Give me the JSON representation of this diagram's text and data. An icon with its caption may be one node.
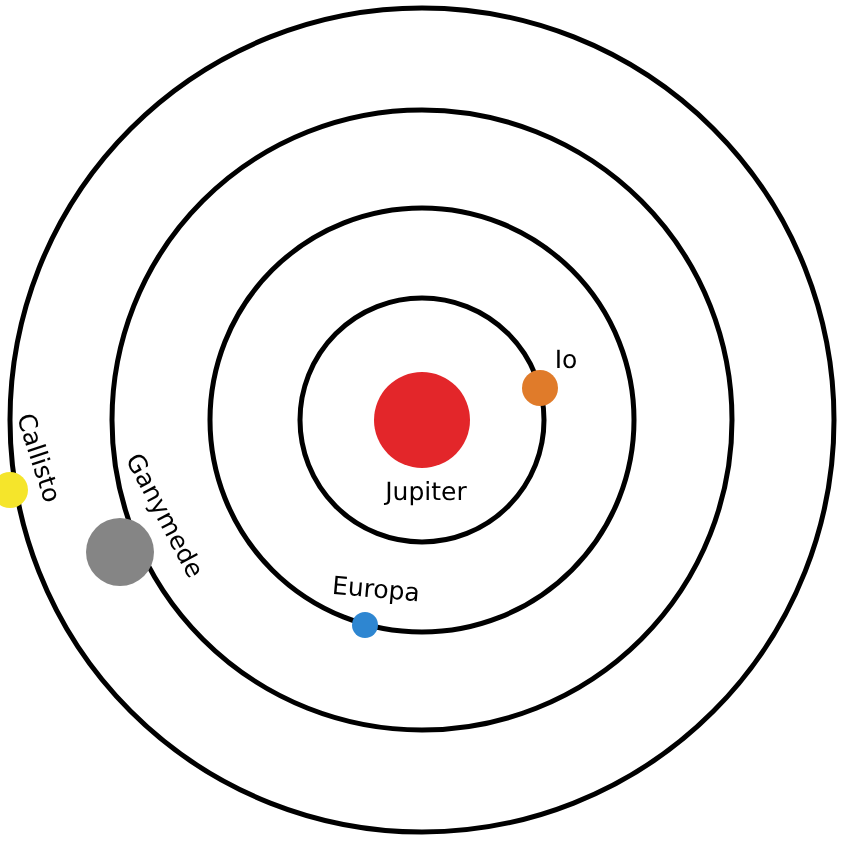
{
  "diagram": {
    "nodes": [
      {
        "text": [
          "Jupiter"
        ]
      },
      {
        "text": [
          "Io"
        ]
      },
      {
        "text": [
          "Europa"
        ]
      },
      {
        "text": [
          "Ganymede"
        ]
      },
      {
        "text": [
          "Callisto"
        ]
      }
    ]
  }
}
